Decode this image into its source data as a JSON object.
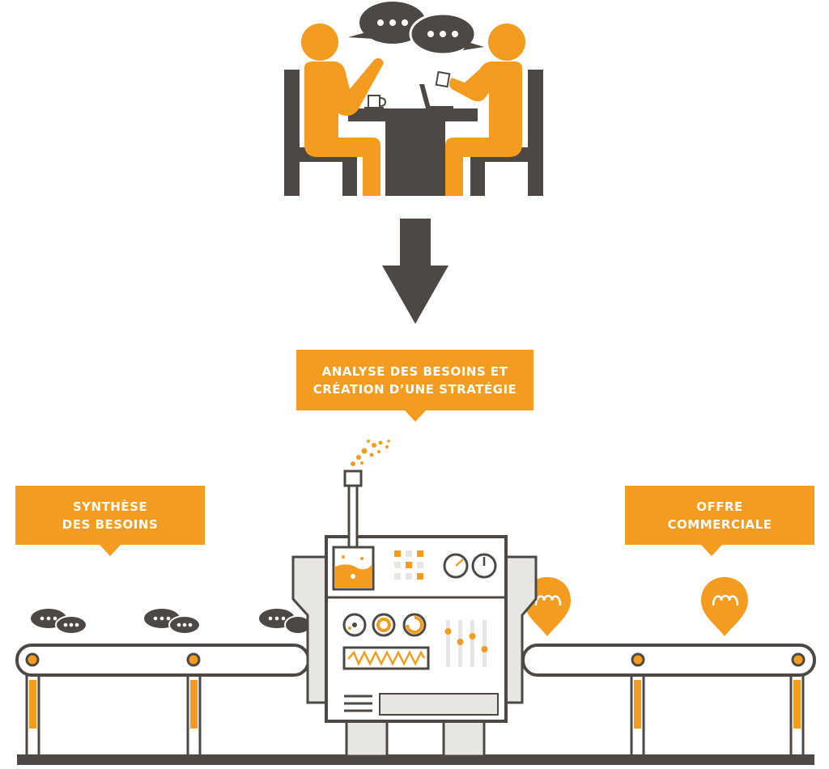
{
  "labels": {
    "strategy": {
      "line1": "ANALYSE DES BESOINS ET",
      "line2": "CRÉATION D’UNE STRATÉGIE"
    },
    "synthesis": {
      "line1": "SYNTHÈSE",
      "line2": "DES BESOINS"
    },
    "offer": {
      "line1": "OFFRE",
      "line2": "COMMERCIALE"
    }
  },
  "colors": {
    "accent": "#f39c1f",
    "dark": "#4d4843",
    "light": "#e8e6e2",
    "white": "#ffffff"
  },
  "icons": [
    "person-icon",
    "speech-bubble-icon",
    "table-icon",
    "laptop-icon",
    "mug-icon",
    "down-arrow-icon",
    "machine-icon",
    "gauge-icon",
    "map-pin-icon",
    "conveyor-belt-icon"
  ]
}
